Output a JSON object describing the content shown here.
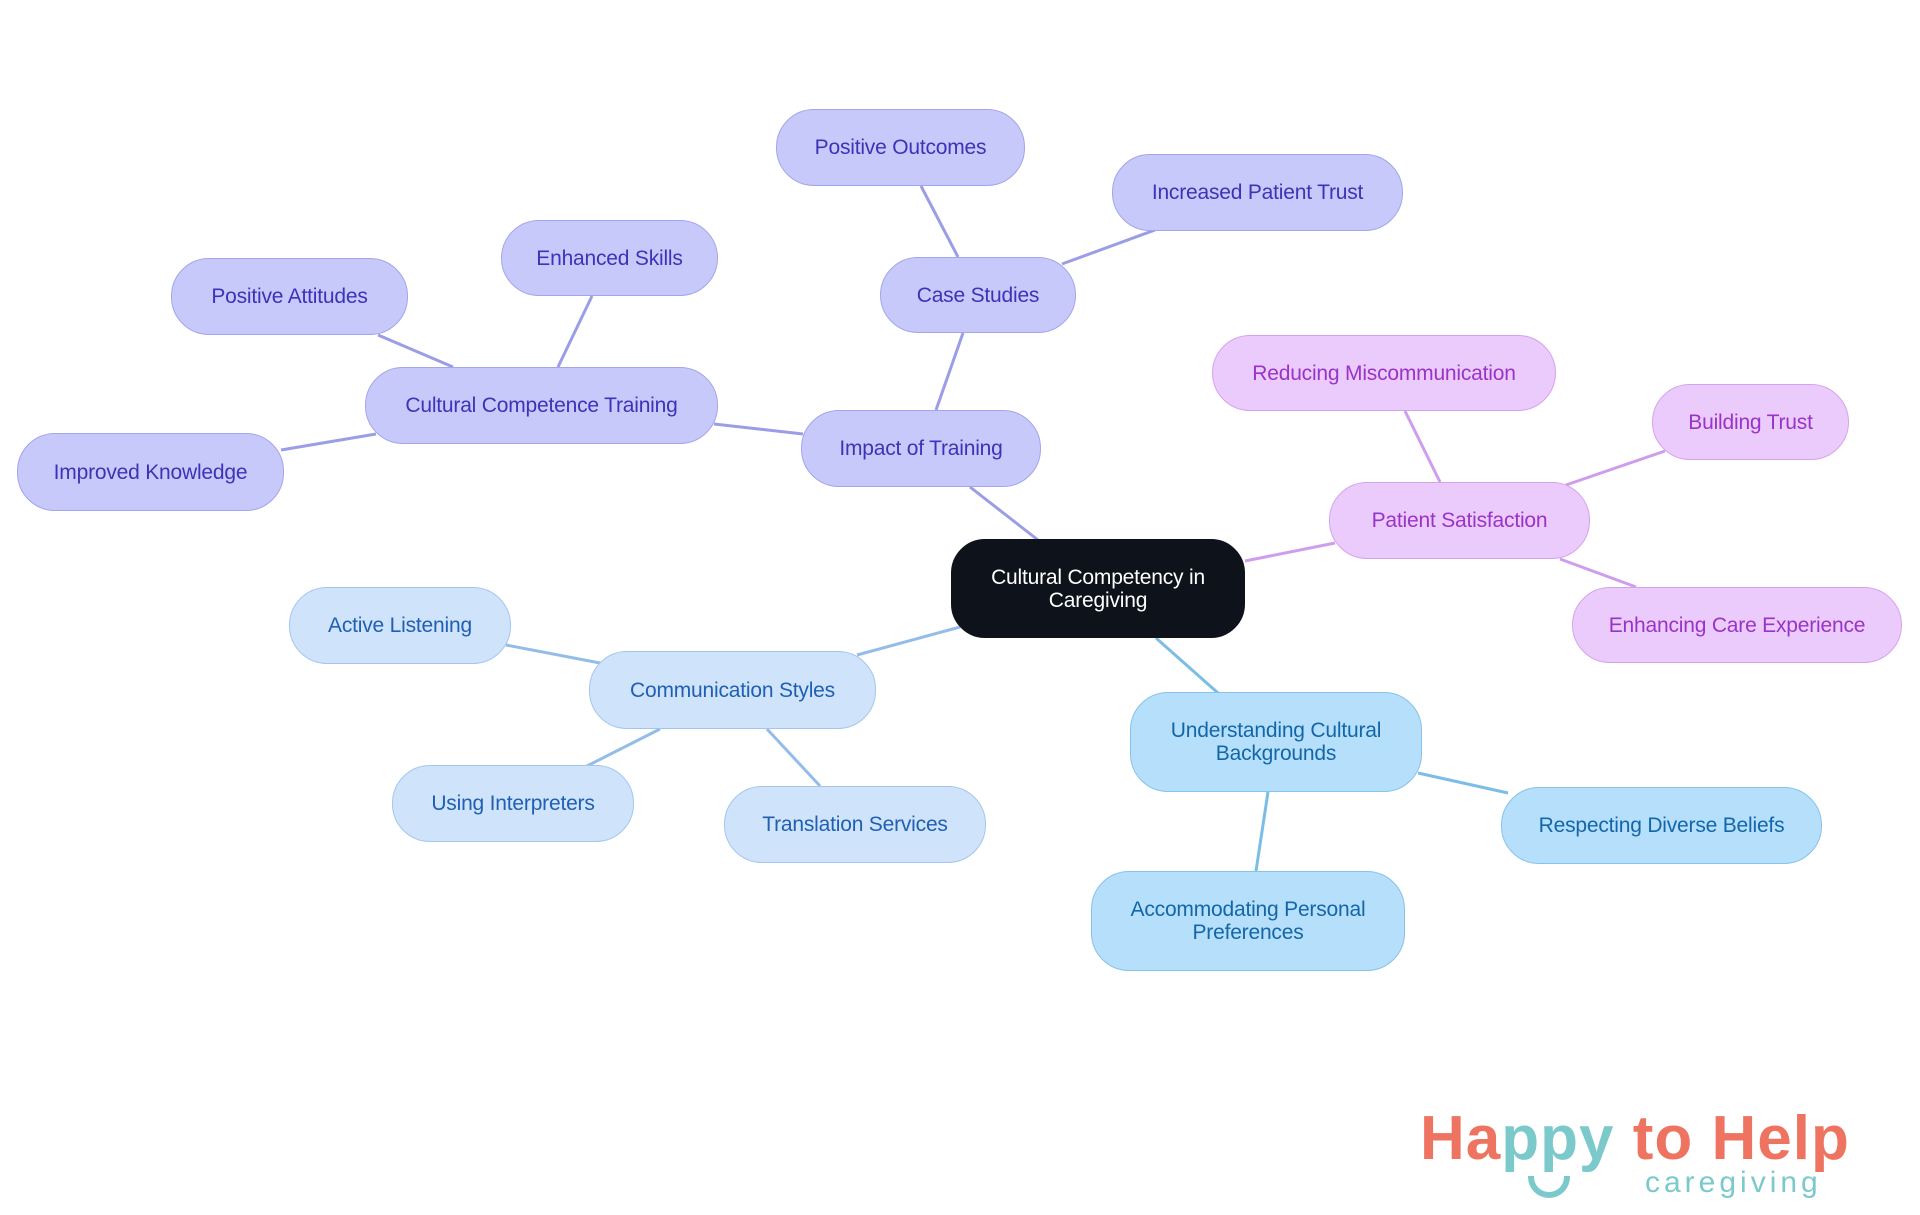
{
  "diagram": {
    "type": "mindmap",
    "root": {
      "id": "root",
      "label": "Cultural Competency in Caregiving"
    },
    "colors": {
      "root_fill": "#0e121a",
      "indigo_fill": "#c8c9fb",
      "indigo_text": "#3b34b7",
      "indigo_edge": "#9b9de6",
      "violet_fill": "#ebcbfb",
      "violet_text": "#9a33c8",
      "violet_edge": "#cf9ded",
      "sky_fill": "#cfe3fb",
      "sky_text": "#1f5fb4",
      "sky_edge": "#93bde8",
      "cyan_fill": "#b6dffc",
      "cyan_text": "#1367a8",
      "cyan_edge": "#7bbde6"
    },
    "nodes": {
      "impact_of_training": "Impact of Training",
      "case_studies": "Case Studies",
      "positive_outcomes": "Positive Outcomes",
      "increased_patient_trust": "Increased Patient Trust",
      "cultural_competence_training": "Cultural Competence Training",
      "enhanced_skills": "Enhanced Skills",
      "positive_attitudes": "Positive Attitudes",
      "improved_knowledge": "Improved Knowledge",
      "patient_satisfaction": "Patient Satisfaction",
      "reducing_miscommunication": "Reducing Miscommunication",
      "building_trust": "Building Trust",
      "enhancing_care_experience": "Enhancing Care Experience",
      "communication_styles": "Communication Styles",
      "active_listening": "Active Listening",
      "using_interpreters": "Using Interpreters",
      "translation_services": "Translation Services",
      "understanding_cultural_backgrounds": "Understanding Cultural Backgrounds",
      "respecting_diverse_beliefs": "Respecting Diverse Beliefs",
      "accommodating_personal_preferences": "Accommodating Personal Preferences"
    },
    "edges": [
      [
        "root",
        "impact_of_training"
      ],
      [
        "impact_of_training",
        "case_studies"
      ],
      [
        "case_studies",
        "positive_outcomes"
      ],
      [
        "case_studies",
        "increased_patient_trust"
      ],
      [
        "impact_of_training",
        "cultural_competence_training"
      ],
      [
        "cultural_competence_training",
        "enhanced_skills"
      ],
      [
        "cultural_competence_training",
        "positive_attitudes"
      ],
      [
        "cultural_competence_training",
        "improved_knowledge"
      ],
      [
        "root",
        "patient_satisfaction"
      ],
      [
        "patient_satisfaction",
        "reducing_miscommunication"
      ],
      [
        "patient_satisfaction",
        "building_trust"
      ],
      [
        "patient_satisfaction",
        "enhancing_care_experience"
      ],
      [
        "root",
        "communication_styles"
      ],
      [
        "communication_styles",
        "active_listening"
      ],
      [
        "communication_styles",
        "using_interpreters"
      ],
      [
        "communication_styles",
        "translation_services"
      ],
      [
        "root",
        "understanding_cultural_backgrounds"
      ],
      [
        "understanding_cultural_backgrounds",
        "respecting_diverse_beliefs"
      ],
      [
        "understanding_cultural_backgrounds",
        "accommodating_personal_preferences"
      ]
    ]
  },
  "logo": {
    "part1": "Ha",
    "part2": "ppy",
    "part3": " to Help",
    "subtitle": "caregiving"
  }
}
